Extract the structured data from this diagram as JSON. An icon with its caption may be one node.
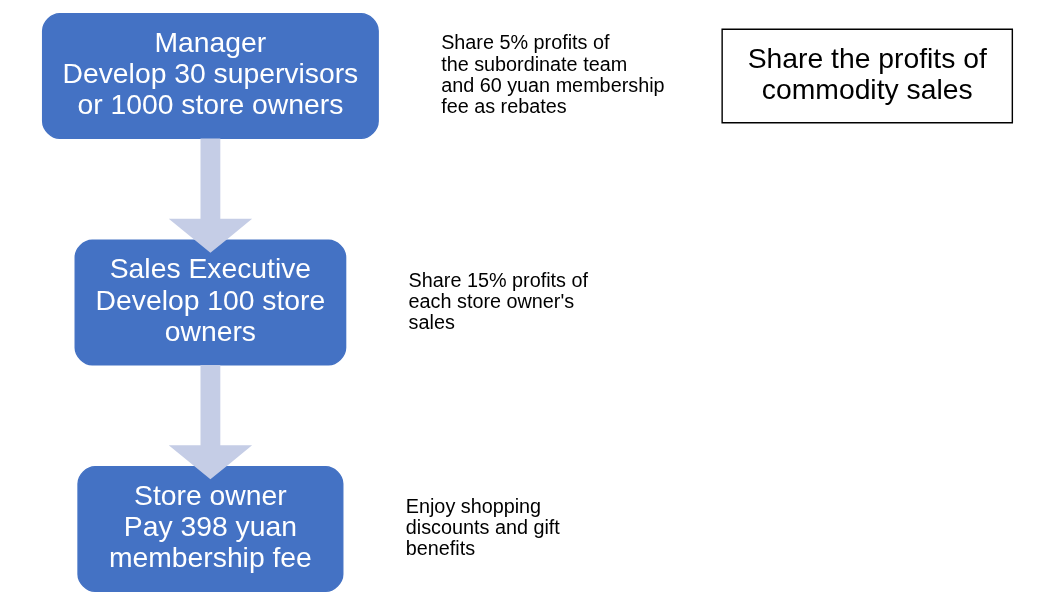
{
  "diagram": {
    "nodes": [
      {
        "text": [
          "Manager",
          "Develop 30 supervisors or 1000 store owners"
        ],
        "beside": [
          "Share 5% profits of the subordinate team and 60 yuan membership fee as rebates"
        ]
      },
      {
        "text": [
          "Sales Executive",
          "Develop 100 store owners"
        ],
        "beside": [
          "Share 15% profits of each store owner's sales"
        ]
      },
      {
        "text": [
          "Store owner",
          "Pay 398 yuan membership fee"
        ],
        "beside": [
          "Enjoy shopping discounts and gift benefits"
        ]
      },
      {
        "text": [
          "Share the profits of commodity sales"
        ]
      }
    ],
    "edges": [
      {
        "from": 0,
        "to": 1,
        "arrow": "to"
      },
      {
        "from": 1,
        "to": 2,
        "arrow": "to"
      }
    ]
  }
}
